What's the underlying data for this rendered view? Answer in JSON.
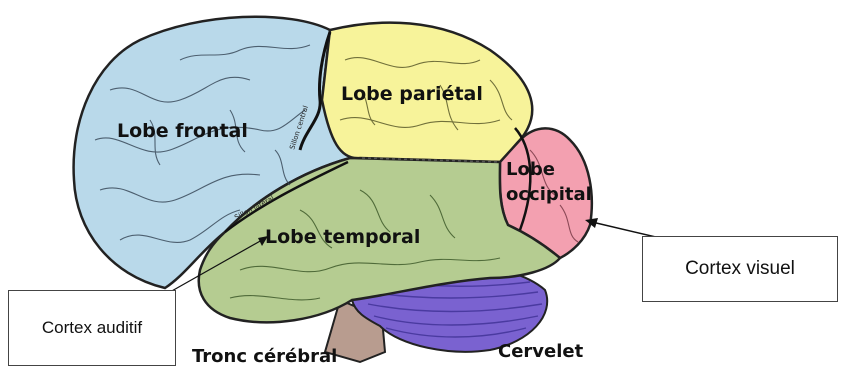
{
  "diagram": {
    "lobes": {
      "frontal": "Lobe frontal",
      "parietal": "Lobe pariétal",
      "occipital_line1": "Lobe",
      "occipital_line2": "occipital",
      "temporal": "Lobe temporal"
    },
    "structures": {
      "brainstem": "Tronc cérébral",
      "cerebellum": "Cervelet"
    },
    "sulci": {
      "central": "Sillon central",
      "lateral": "Sillon latéral"
    },
    "callouts": {
      "visual_cortex": "Cortex visuel",
      "auditory_cortex": "Cortex auditif"
    },
    "colors": {
      "frontal": "#b9d9ea",
      "parietal": "#f7f39a",
      "occipital": "#f3a0b0",
      "temporal": "#b5cc91",
      "cerebellum": "#7a62d0",
      "brainstem": "#b89c8f"
    }
  }
}
